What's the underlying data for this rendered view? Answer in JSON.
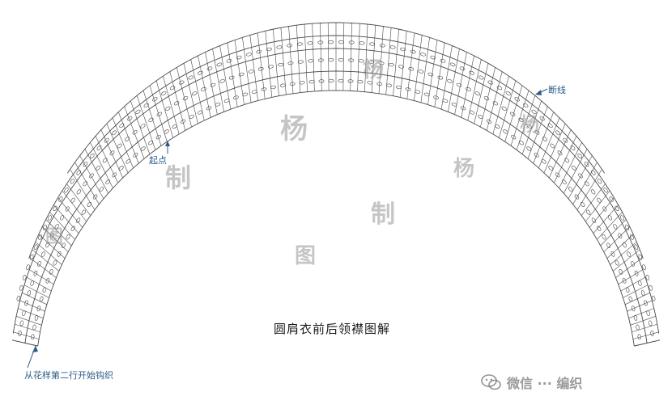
{
  "title": "圆肩衣前后领襟图解",
  "labels": {
    "start": "从花样第二行开始钩织",
    "point": "起点",
    "break": "断线"
  },
  "watermarks": {
    "w1": "杨",
    "w2": "制",
    "w3": "杨",
    "w4": "制",
    "w5": "图",
    "w6": "图",
    "w7": "杨",
    "w8": "杨"
  },
  "badge": {
    "icon": "wechat-icon",
    "text": "微信 ··· 编织"
  },
  "colors": {
    "line": "#4a4a4a",
    "callout": "#2d5b88",
    "watermark": "#969696"
  }
}
